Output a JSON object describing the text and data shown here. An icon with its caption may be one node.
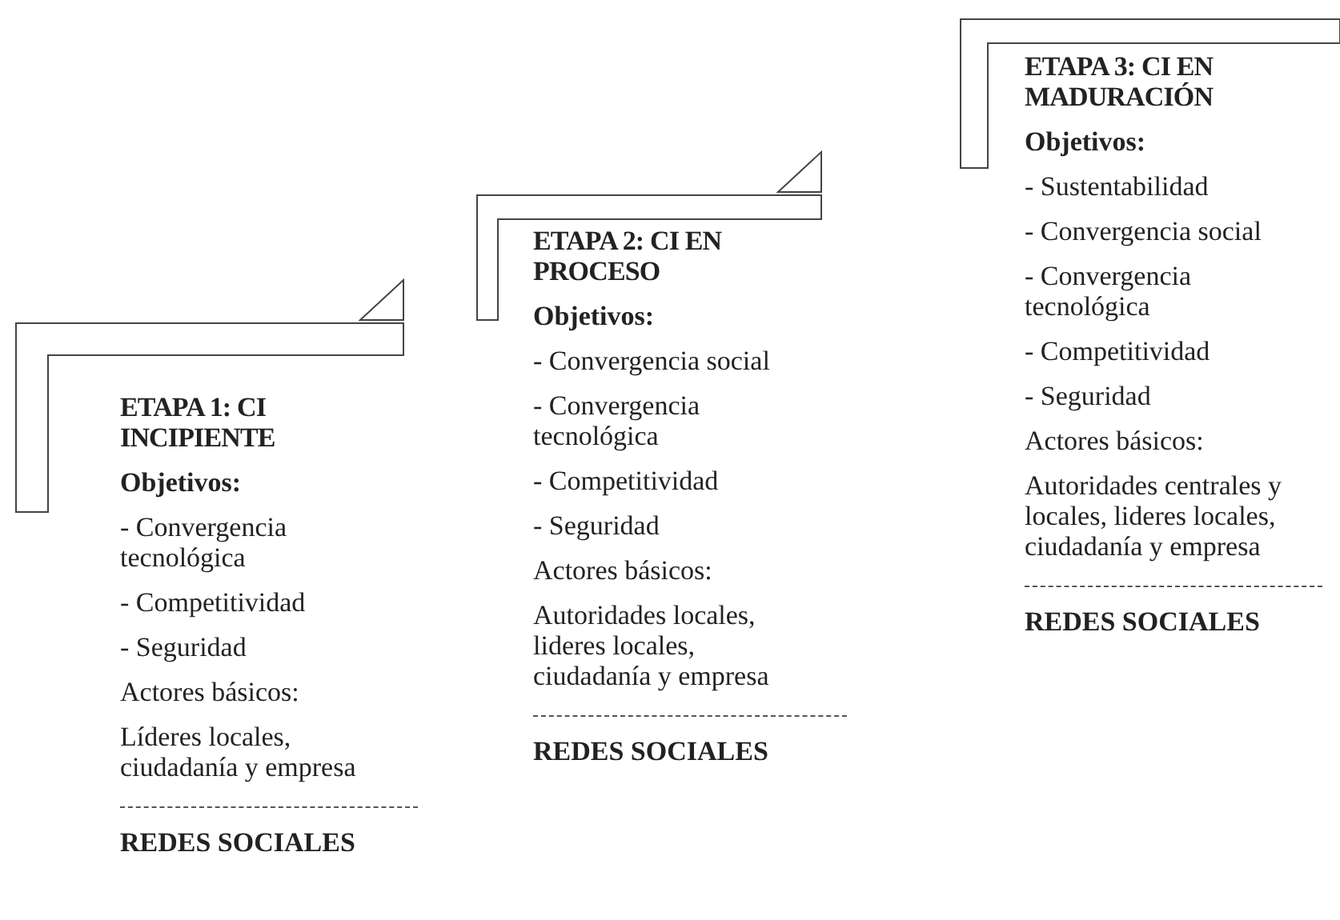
{
  "diagram": {
    "nodes": [
      {
        "text": [
          "ETAPA 1: CI INCIPIENTE"
        ]
      },
      {
        "text": [
          "ETAPA 2: CI EN PROCESO"
        ]
      },
      {
        "text": [
          "ETAPA 3: CI EN MADURACIÓN"
        ]
      }
    ],
    "labels": [
      "Objetivos:",
      "- Convergencia tecnológica",
      "- Competitividad",
      "- Seguridad",
      "Actores básicos:",
      "Líderes locales, ciudadanía y empresa",
      "REDES SOCIALES",
      "Objetivos:",
      "- Convergencia social",
      "- Convergencia tecnológica",
      "- Competitividad",
      "- Seguridad",
      "Actores básicos:",
      "Autoridades locales, lideres locales, ciudadanía y empresa",
      "REDES SOCIALES",
      "Objetivos:",
      "- Sustentabilidad",
      "- Convergencia social",
      "- Convergencia tecnológica",
      "- Competitividad",
      "- Seguridad",
      "Actores básicos:",
      "Autoridades centrales y locales, lideres locales, ciudadanía y empresa",
      "REDES SOCIALES"
    ]
  }
}
